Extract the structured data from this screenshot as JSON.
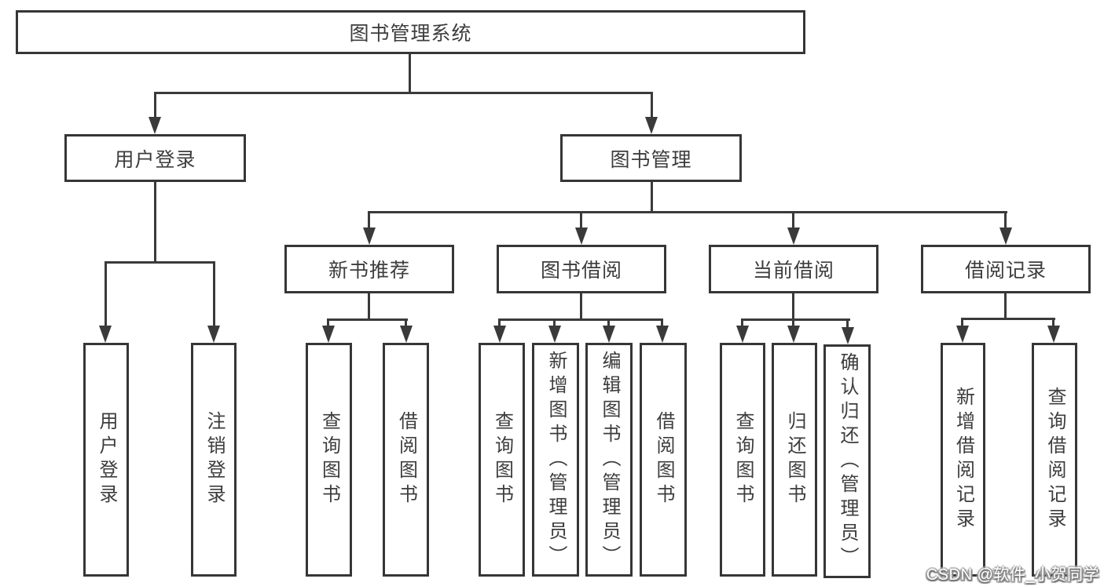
{
  "tree": {
    "root": {
      "label": "图书管理系统"
    },
    "children": [
      {
        "label": "用户登录",
        "children": [
          {
            "label": "用户登录"
          },
          {
            "label": "注销登录"
          }
        ]
      },
      {
        "label": "图书管理",
        "children": [
          {
            "label": "新书推荐",
            "children": [
              {
                "label": "查询图书"
              },
              {
                "label": "借阅图书"
              }
            ]
          },
          {
            "label": "图书借阅",
            "children": [
              {
                "label": "查询图书"
              },
              {
                "label": "新增图书（管理员）"
              },
              {
                "label": "编辑图书（管理员）"
              },
              {
                "label": "借阅图书"
              }
            ]
          },
          {
            "label": "当前借阅",
            "children": [
              {
                "label": "查询图书"
              },
              {
                "label": "归还图书"
              },
              {
                "label": "确认归还（管理员）"
              }
            ]
          },
          {
            "label": "借阅记录",
            "children": [
              {
                "label": "新增借阅记录"
              },
              {
                "label": "查询借阅记录"
              }
            ]
          }
        ]
      }
    ]
  },
  "watermark": {
    "text": "CSDN @软件_小贺同学"
  },
  "colors": {
    "line": "#3a3a3a",
    "text": "#3d3d3d",
    "background": "#ffffff",
    "watermark_fill": "#ffffff",
    "watermark_outline": "#8f8f8f"
  }
}
